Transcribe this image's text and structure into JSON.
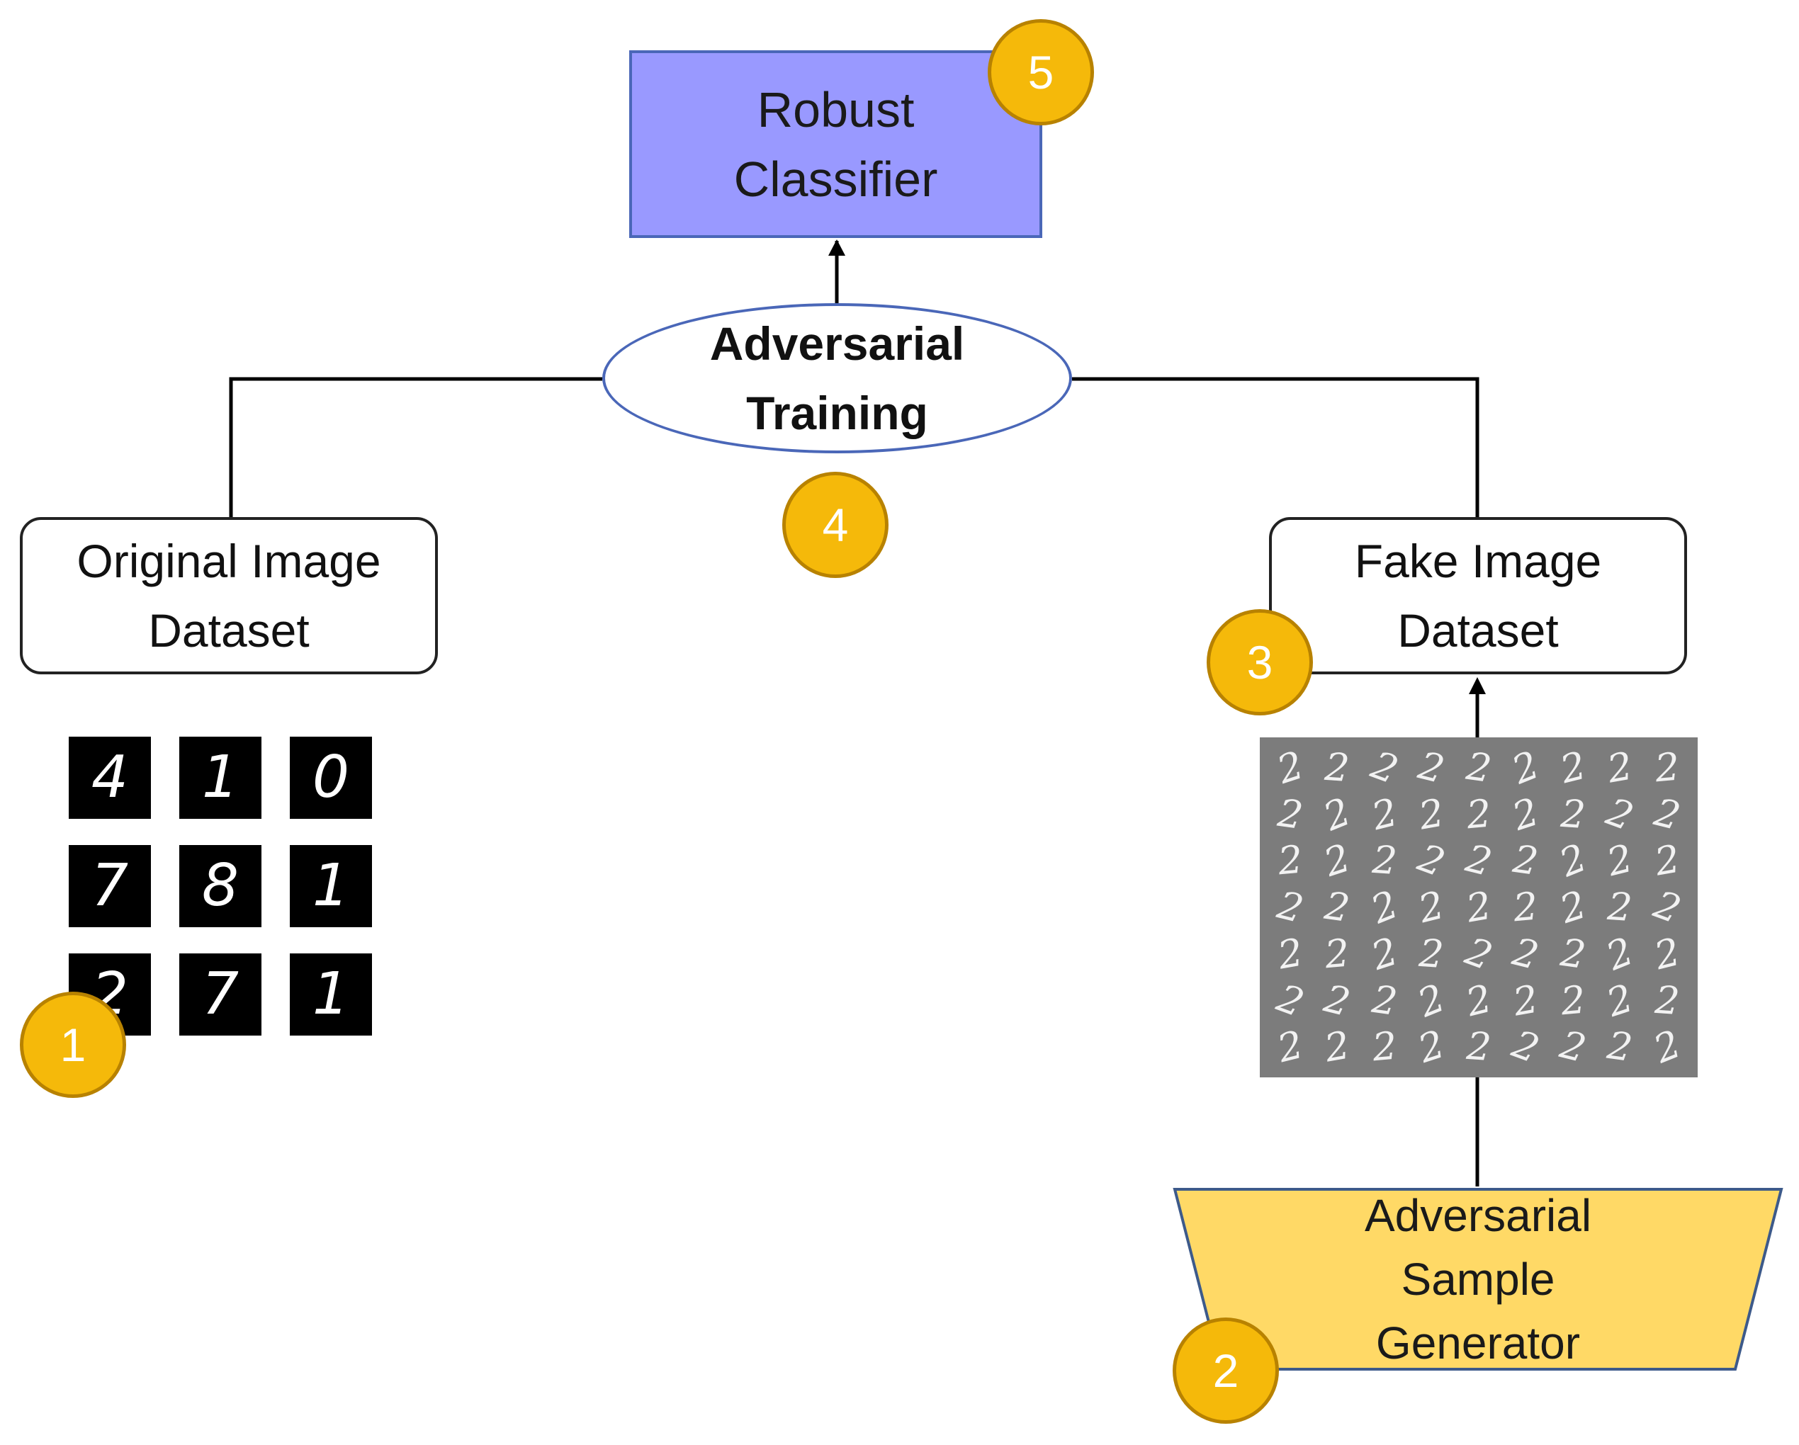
{
  "nodes": {
    "robust_classifier": {
      "lines": [
        "Robust",
        "Classifier"
      ],
      "color": "#9999ff"
    },
    "adversarial_training": {
      "lines": [
        "Adversarial",
        "Training"
      ]
    },
    "original_dataset": {
      "lines": [
        "Original Image",
        "Dataset"
      ]
    },
    "fake_dataset": {
      "lines": [
        "Fake Image",
        "Dataset"
      ]
    },
    "sample_generator": {
      "lines": [
        "Adversarial",
        "Sample",
        "Generator"
      ],
      "color": "#ffd966"
    }
  },
  "badges": {
    "one": "1",
    "two": "2",
    "three": "3",
    "four": "4",
    "five": "5",
    "color": "#f5b90a"
  },
  "mnist_digits": [
    "4",
    "1",
    "0",
    "7",
    "8",
    "1",
    "2",
    "7",
    "1"
  ],
  "fake_digits": "2"
}
